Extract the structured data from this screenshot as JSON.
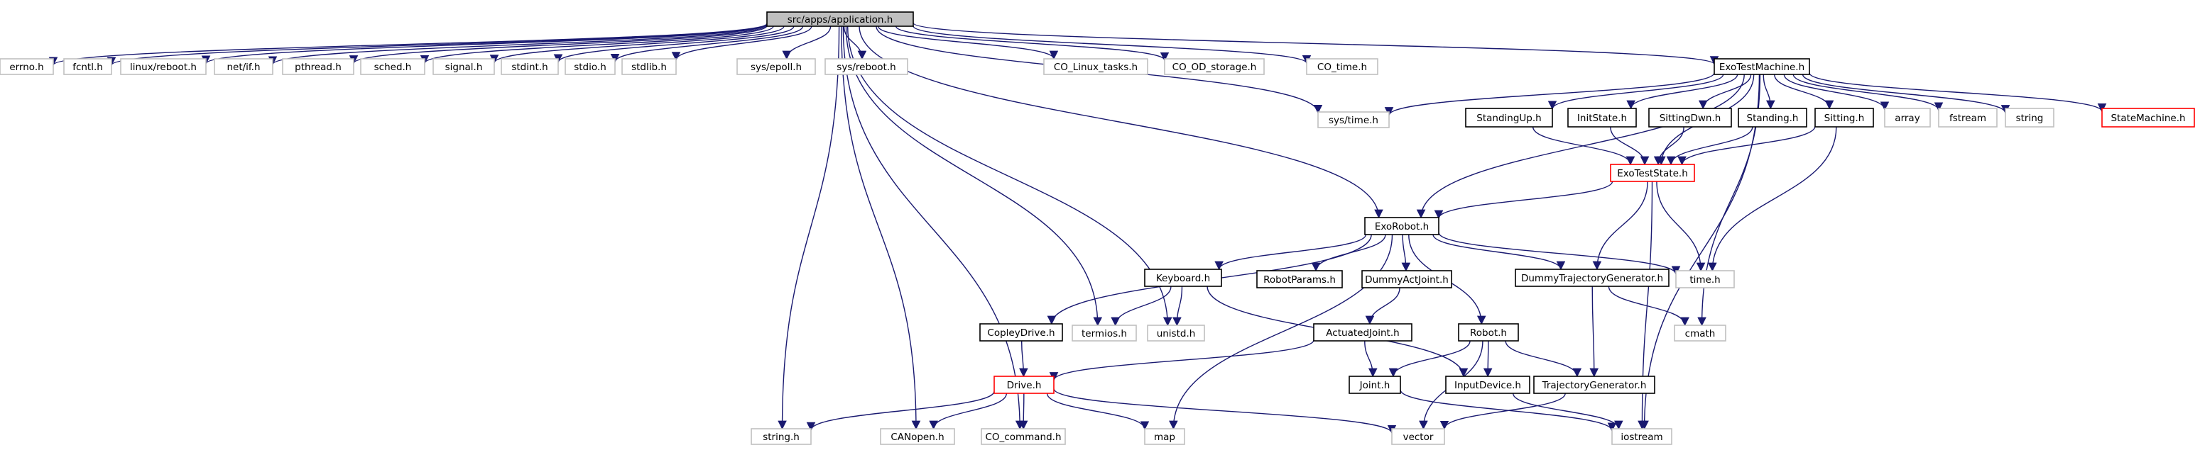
{
  "graph": {
    "colors": {
      "edge": "#191970",
      "node_border_default": "#000000",
      "node_border_leaf": "#bfbfbf",
      "node_border_highlight": "#ff0000",
      "root_fill": "#bfbfbf"
    },
    "nodes": [
      {
        "id": "root",
        "label": "src/apps/application.h",
        "style": "root"
      },
      {
        "id": "errno",
        "label": "errno.h",
        "style": "leaf"
      },
      {
        "id": "fcntl",
        "label": "fcntl.h",
        "style": "leaf"
      },
      {
        "id": "linuxreboot",
        "label": "linux/reboot.h",
        "style": "leaf"
      },
      {
        "id": "netif",
        "label": "net/if.h",
        "style": "leaf"
      },
      {
        "id": "pthread",
        "label": "pthread.h",
        "style": "leaf"
      },
      {
        "id": "sched",
        "label": "sched.h",
        "style": "leaf"
      },
      {
        "id": "signal",
        "label": "signal.h",
        "style": "leaf"
      },
      {
        "id": "stdint",
        "label": "stdint.h",
        "style": "leaf"
      },
      {
        "id": "stdio",
        "label": "stdio.h",
        "style": "leaf"
      },
      {
        "id": "stdlib",
        "label": "stdlib.h",
        "style": "leaf"
      },
      {
        "id": "sysepoll",
        "label": "sys/epoll.h",
        "style": "leaf"
      },
      {
        "id": "sysreboot",
        "label": "sys/reboot.h",
        "style": "leaf"
      },
      {
        "id": "colinux",
        "label": "CO_Linux_tasks.h",
        "style": "leaf"
      },
      {
        "id": "coodstorage",
        "label": "CO_OD_storage.h",
        "style": "leaf"
      },
      {
        "id": "cotime",
        "label": "CO_time.h",
        "style": "leaf"
      },
      {
        "id": "exotestmachine",
        "label": "ExoTestMachine.h",
        "style": "default"
      },
      {
        "id": "systime",
        "label": "sys/time.h",
        "style": "leaf"
      },
      {
        "id": "standingup",
        "label": "StandingUp.h",
        "style": "default"
      },
      {
        "id": "initstate",
        "label": "InitState.h",
        "style": "default"
      },
      {
        "id": "sittingdwn",
        "label": "SittingDwn.h",
        "style": "default"
      },
      {
        "id": "standing",
        "label": "Standing.h",
        "style": "default"
      },
      {
        "id": "sitting",
        "label": "Sitting.h",
        "style": "default"
      },
      {
        "id": "array",
        "label": "array",
        "style": "leaf"
      },
      {
        "id": "fstream",
        "label": "fstream",
        "style": "leaf"
      },
      {
        "id": "string",
        "label": "string",
        "style": "leaf"
      },
      {
        "id": "statemachine",
        "label": "StateMachine.h",
        "style": "highlight"
      },
      {
        "id": "exoteststate",
        "label": "ExoTestState.h",
        "style": "highlight"
      },
      {
        "id": "exorobot",
        "label": "ExoRobot.h",
        "style": "default"
      },
      {
        "id": "time",
        "label": "time.h",
        "style": "leaf"
      },
      {
        "id": "keyboard",
        "label": "Keyboard.h",
        "style": "default"
      },
      {
        "id": "robotparams",
        "label": "RobotParams.h",
        "style": "default"
      },
      {
        "id": "dummyactjoint",
        "label": "DummyActJoint.h",
        "style": "default"
      },
      {
        "id": "dummytraj",
        "label": "DummyTrajectoryGenerator.h",
        "style": "default"
      },
      {
        "id": "copleydrive",
        "label": "CopleyDrive.h",
        "style": "default"
      },
      {
        "id": "termios",
        "label": "termios.h",
        "style": "leaf"
      },
      {
        "id": "unistd",
        "label": "unistd.h",
        "style": "leaf"
      },
      {
        "id": "actuatedjoint",
        "label": "ActuatedJoint.h",
        "style": "default"
      },
      {
        "id": "robot",
        "label": "Robot.h",
        "style": "default"
      },
      {
        "id": "cmath",
        "label": "cmath",
        "style": "leaf"
      },
      {
        "id": "drive",
        "label": "Drive.h",
        "style": "highlight"
      },
      {
        "id": "joint",
        "label": "Joint.h",
        "style": "default"
      },
      {
        "id": "inputdevice",
        "label": "InputDevice.h",
        "style": "default"
      },
      {
        "id": "trajgen",
        "label": "TrajectoryGenerator.h",
        "style": "default"
      },
      {
        "id": "stringh",
        "label": "string.h",
        "style": "leaf"
      },
      {
        "id": "canopen",
        "label": "CANopen.h",
        "style": "leaf"
      },
      {
        "id": "cocommand",
        "label": "CO_command.h",
        "style": "leaf"
      },
      {
        "id": "map",
        "label": "map",
        "style": "leaf"
      },
      {
        "id": "vector",
        "label": "vector",
        "style": "leaf"
      },
      {
        "id": "iostream",
        "label": "iostream",
        "style": "leaf"
      }
    ],
    "edges": [
      [
        "root",
        "errno"
      ],
      [
        "root",
        "fcntl"
      ],
      [
        "root",
        "linuxreboot"
      ],
      [
        "root",
        "netif"
      ],
      [
        "root",
        "pthread"
      ],
      [
        "root",
        "sched"
      ],
      [
        "root",
        "signal"
      ],
      [
        "root",
        "stdint"
      ],
      [
        "root",
        "stdio"
      ],
      [
        "root",
        "stdlib"
      ],
      [
        "root",
        "sysepoll"
      ],
      [
        "root",
        "sysreboot"
      ],
      [
        "root",
        "colinux"
      ],
      [
        "root",
        "coodstorage"
      ],
      [
        "root",
        "cotime"
      ],
      [
        "root",
        "exotestmachine"
      ],
      [
        "root",
        "systime"
      ],
      [
        "root",
        "exorobot"
      ],
      [
        "root",
        "termios"
      ],
      [
        "root",
        "unistd"
      ],
      [
        "root",
        "stringh"
      ],
      [
        "root",
        "canopen"
      ],
      [
        "root",
        "cocommand"
      ],
      [
        "exotestmachine",
        "systime"
      ],
      [
        "exotestmachine",
        "standingup"
      ],
      [
        "exotestmachine",
        "initstate"
      ],
      [
        "exotestmachine",
        "sittingdwn"
      ],
      [
        "exotestmachine",
        "standing"
      ],
      [
        "exotestmachine",
        "sitting"
      ],
      [
        "exotestmachine",
        "array"
      ],
      [
        "exotestmachine",
        "fstream"
      ],
      [
        "exotestmachine",
        "string"
      ],
      [
        "exotestmachine",
        "statemachine"
      ],
      [
        "exotestmachine",
        "exoteststate"
      ],
      [
        "exotestmachine",
        "exorobot"
      ],
      [
        "exotestmachine",
        "cmath"
      ],
      [
        "exotestmachine",
        "iostream"
      ],
      [
        "standingup",
        "exoteststate"
      ],
      [
        "initstate",
        "exoteststate"
      ],
      [
        "sittingdwn",
        "exoteststate"
      ],
      [
        "standing",
        "exoteststate"
      ],
      [
        "sitting",
        "exoteststate"
      ],
      [
        "sitting",
        "time"
      ],
      [
        "exoteststate",
        "exorobot"
      ],
      [
        "exoteststate",
        "time"
      ],
      [
        "exoteststate",
        "dummytraj"
      ],
      [
        "exoteststate",
        "iostream"
      ],
      [
        "exorobot",
        "time"
      ],
      [
        "exorobot",
        "keyboard"
      ],
      [
        "exorobot",
        "robotparams"
      ],
      [
        "exorobot",
        "dummyactjoint"
      ],
      [
        "exorobot",
        "dummytraj"
      ],
      [
        "exorobot",
        "copleydrive"
      ],
      [
        "exorobot",
        "robot"
      ],
      [
        "exorobot",
        "map"
      ],
      [
        "keyboard",
        "termios"
      ],
      [
        "keyboard",
        "unistd"
      ],
      [
        "keyboard",
        "inputdevice"
      ],
      [
        "dummyactjoint",
        "actuatedjoint"
      ],
      [
        "dummytraj",
        "cmath"
      ],
      [
        "dummytraj",
        "trajgen"
      ],
      [
        "copleydrive",
        "drive"
      ],
      [
        "actuatedjoint",
        "drive"
      ],
      [
        "actuatedjoint",
        "joint"
      ],
      [
        "robot",
        "joint"
      ],
      [
        "robot",
        "inputdevice"
      ],
      [
        "robot",
        "trajgen"
      ],
      [
        "robot",
        "vector"
      ],
      [
        "drive",
        "stringh"
      ],
      [
        "drive",
        "canopen"
      ],
      [
        "drive",
        "cocommand"
      ],
      [
        "drive",
        "map"
      ],
      [
        "drive",
        "vector"
      ],
      [
        "joint",
        "iostream"
      ],
      [
        "inputdevice",
        "iostream"
      ],
      [
        "trajgen",
        "vector"
      ]
    ]
  }
}
